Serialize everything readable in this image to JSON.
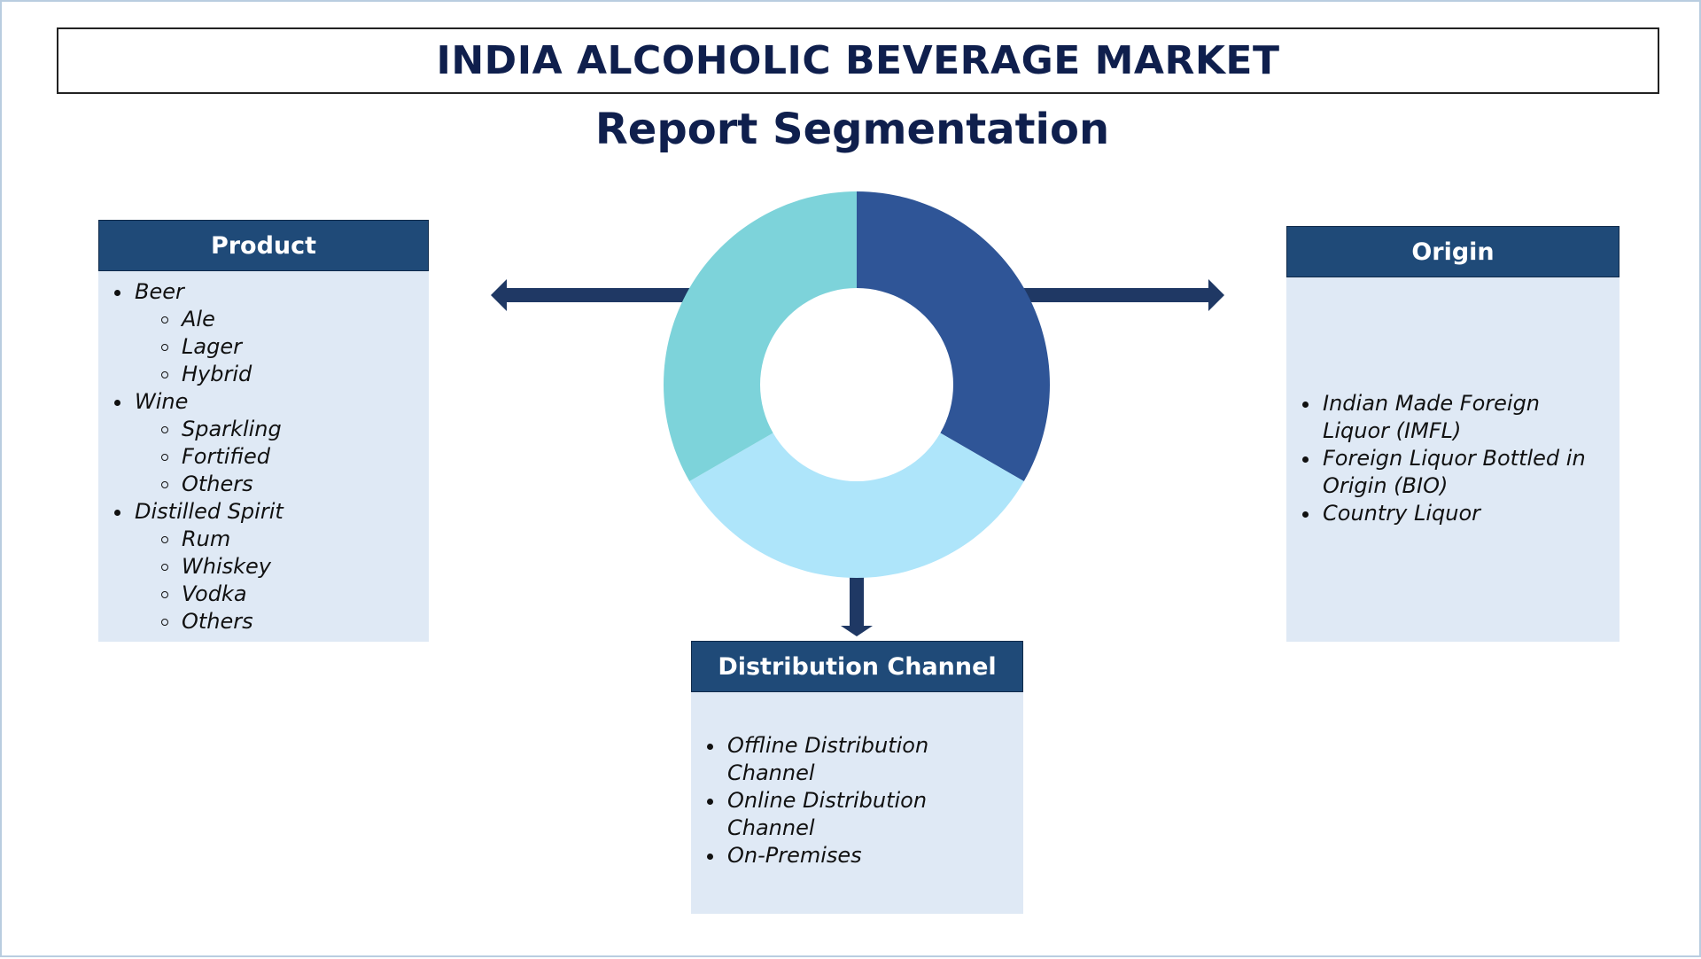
{
  "title": "INDIA ALCOHOLIC BEVERAGE MARKET",
  "subtitle": "Report Segmentation",
  "colors": {
    "header": "#1f4a78",
    "box": "#dfe9f5",
    "arrow": "#1f3864",
    "donut": [
      "#2f5597",
      "#aee5fa",
      "#7dd3da"
    ]
  },
  "product": {
    "label": "Product",
    "items": [
      {
        "label": "Beer",
        "sub": [
          "Ale",
          "Lager",
          "Hybrid"
        ]
      },
      {
        "label": "Wine",
        "sub": [
          "Sparkling",
          "Fortified",
          "Others"
        ]
      },
      {
        "label": "Distilled Spirit",
        "sub": [
          "Rum",
          "Whiskey",
          "Vodka",
          "Others"
        ]
      }
    ]
  },
  "origin": {
    "label": "Origin",
    "items": [
      [
        "Indian Made Foreign",
        "Liquor (IMFL)"
      ],
      [
        "Foreign Liquor Bottled in",
        "Origin (BIO)"
      ],
      [
        "Country Liquor"
      ]
    ]
  },
  "distribution": {
    "label": "Distribution Channel",
    "items": [
      [
        "Offline Distribution",
        "Channel"
      ],
      [
        "Online Distribution",
        "Channel"
      ],
      [
        "On-Premises"
      ]
    ]
  }
}
